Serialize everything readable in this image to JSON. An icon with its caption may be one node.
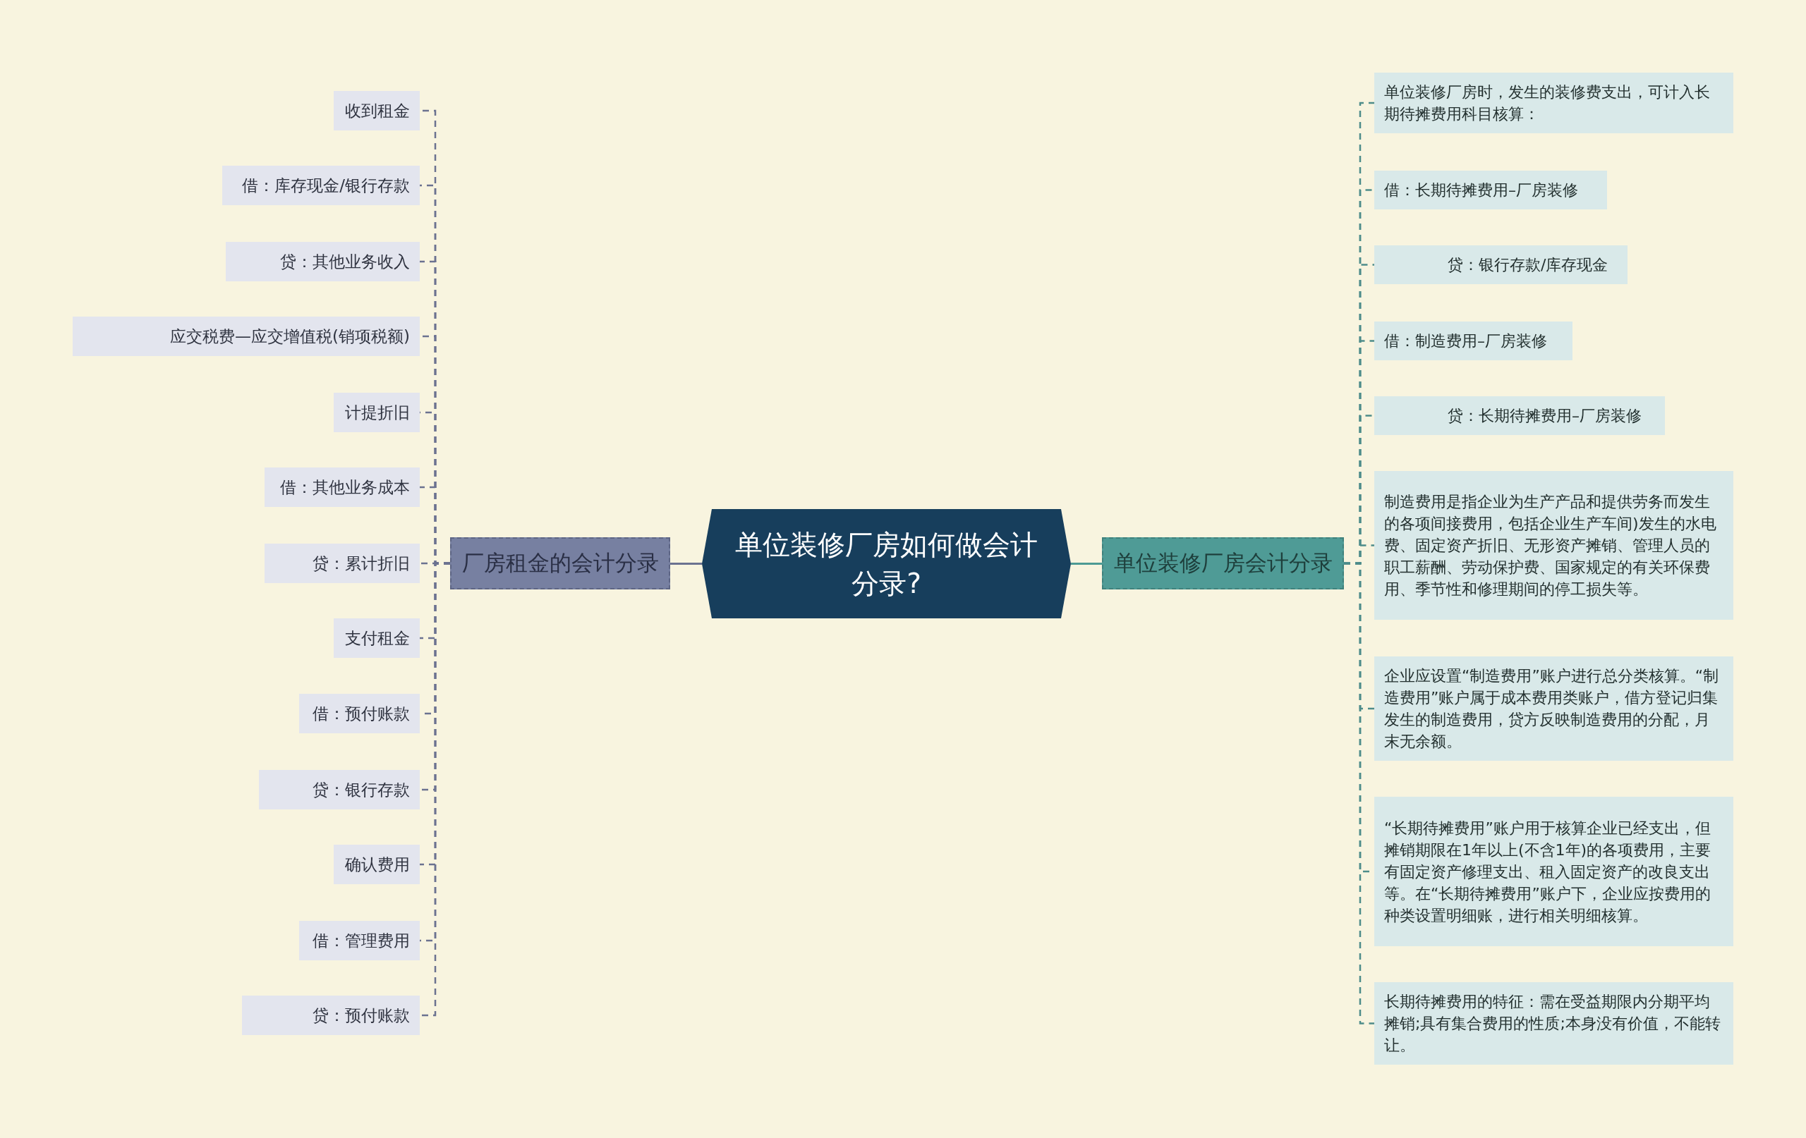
{
  "diagram": {
    "nodes": [
      {
        "text": [
          "单位装修厂房如何做会计分录?"
        ]
      },
      {
        "text": [
          "厂房租金的会计分录"
        ]
      },
      {
        "text": [
          "收到租金"
        ]
      },
      {
        "text": [
          "借：库存现金/银行存款"
        ]
      },
      {
        "text": [
          "贷：其他业务收入"
        ]
      },
      {
        "text": [
          "应交税费—应交增值税(销项税额)"
        ]
      },
      {
        "text": [
          "计提折旧"
        ]
      },
      {
        "text": [
          "借：其他业务成本"
        ]
      },
      {
        "text": [
          "贷：累计折旧"
        ]
      },
      {
        "text": [
          "支付租金"
        ]
      },
      {
        "text": [
          "借：预付账款"
        ]
      },
      {
        "text": [
          "贷：银行存款"
        ]
      },
      {
        "text": [
          "确认费用"
        ]
      },
      {
        "text": [
          "借：管理费用"
        ]
      },
      {
        "text": [
          "贷：预付账款"
        ]
      },
      {
        "text": [
          "单位装修厂房会计分录"
        ]
      },
      {
        "text": [
          "单位装修厂房时，发生的装修费支出，可计入长期待摊费用科目核算："
        ]
      },
      {
        "text": [
          "借：长期待摊费用–厂房装修"
        ]
      },
      {
        "text": [
          "贷：银行存款/库存现金"
        ]
      },
      {
        "text": [
          "借：制造费用–厂房装修"
        ]
      },
      {
        "text": [
          "贷：长期待摊费用–厂房装修"
        ]
      },
      {
        "text": [
          "制造费用是指企业为生产产品和提供劳务而发生的各项间接费用，包括企业生产车间)发生的水电费、固定资产折旧、无形资产摊销、管理人员的职工薪酬、劳动保护费、国家规定的有关环保费用、季节性和修理期间的停工损失等。"
        ]
      },
      {
        "text": [
          "企业应设置“制造费用”账户进行总分类核算。“制造费用”账户属于成本费用类账户，借方登记归集发生的制造费用，贷方反映制造费用的分配，月末无余额。"
        ]
      },
      {
        "text": [
          "“长期待摊费用”账户用于核算企业已经支出，但摊销期限在1年以上(不含1年)的各项费用，主要有固定资产修理支出、租入固定资产的改良支出等。在“长期待摊费用”账户下，企业应按费用的种类设置明细账，进行相关明细核算。"
        ]
      },
      {
        "text": [
          "长期待摊费用的特征：需在受益期限内分期平均摊销;具有集合费用的性质;本身没有价值，不能转让。"
        ]
      }
    ],
    "edges": [
      {
        "from": 0,
        "to": 1,
        "arrow": "none"
      },
      {
        "from": 1,
        "to": 2,
        "arrow": "none",
        "style": "dashed"
      },
      {
        "from": 1,
        "to": 3,
        "arrow": "none",
        "style": "dashed"
      },
      {
        "from": 1,
        "to": 4,
        "arrow": "none",
        "style": "dashed"
      },
      {
        "from": 1,
        "to": 5,
        "arrow": "none",
        "style": "dashed"
      },
      {
        "from": 1,
        "to": 6,
        "arrow": "none",
        "style": "dashed"
      },
      {
        "from": 1,
        "to": 7,
        "arrow": "none",
        "style": "dashed"
      },
      {
        "from": 1,
        "to": 8,
        "arrow": "none",
        "style": "dashed"
      },
      {
        "from": 1,
        "to": 9,
        "arrow": "none",
        "style": "dashed"
      },
      {
        "from": 1,
        "to": 10,
        "arrow": "none",
        "style": "dashed"
      },
      {
        "from": 1,
        "to": 11,
        "arrow": "none",
        "style": "dashed"
      },
      {
        "from": 1,
        "to": 12,
        "arrow": "none",
        "style": "dashed"
      },
      {
        "from": 1,
        "to": 13,
        "arrow": "none",
        "style": "dashed"
      },
      {
        "from": 1,
        "to": 14,
        "arrow": "none",
        "style": "dashed"
      },
      {
        "from": 0,
        "to": 15,
        "arrow": "none",
        "color": "#4d9a94"
      },
      {
        "from": 15,
        "to": 16,
        "arrow": "none",
        "style": "dashed",
        "color": "#4d8c8a"
      },
      {
        "from": 15,
        "to": 17,
        "arrow": "none",
        "style": "dashed",
        "color": "#4d8c8a"
      },
      {
        "from": 15,
        "to": 18,
        "arrow": "none",
        "style": "dashed",
        "color": "#4d8c8a"
      },
      {
        "from": 15,
        "to": 19,
        "arrow": "none",
        "style": "dashed",
        "color": "#4d8c8a"
      },
      {
        "from": 15,
        "to": 20,
        "arrow": "none",
        "style": "dashed",
        "color": "#4d8c8a"
      },
      {
        "from": 15,
        "to": 21,
        "arrow": "none",
        "style": "dashed",
        "color": "#4d8c8a"
      },
      {
        "from": 15,
        "to": 22,
        "arrow": "none",
        "style": "dashed",
        "color": "#4d8c8a"
      },
      {
        "from": 15,
        "to": 23,
        "arrow": "none",
        "style": "dashed",
        "color": "#4d8c8a"
      },
      {
        "from": 15,
        "to": 24,
        "arrow": "none",
        "style": "dashed",
        "color": "#4d8c8a"
      }
    ]
  }
}
